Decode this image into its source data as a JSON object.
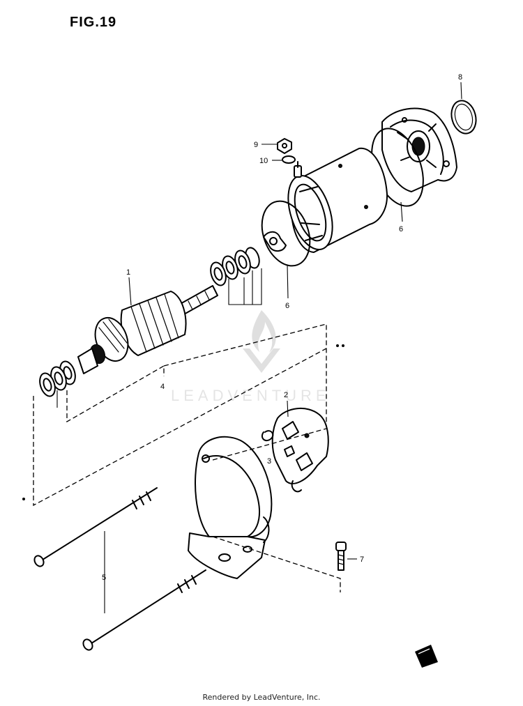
{
  "figure": {
    "title": "FIG.19",
    "watermark": "LEADVENTURE",
    "footer": "Rendered by LeadVenture, Inc."
  },
  "callouts": {
    "c1": "1",
    "c2": "2",
    "c3": "3",
    "c4": "4",
    "c5": "5",
    "c6a": "6",
    "c6b": "6",
    "c7": "7",
    "c8": "8",
    "c9": "9",
    "c10": "10"
  },
  "colors": {
    "ink": "#000000",
    "background": "#ffffff"
  }
}
